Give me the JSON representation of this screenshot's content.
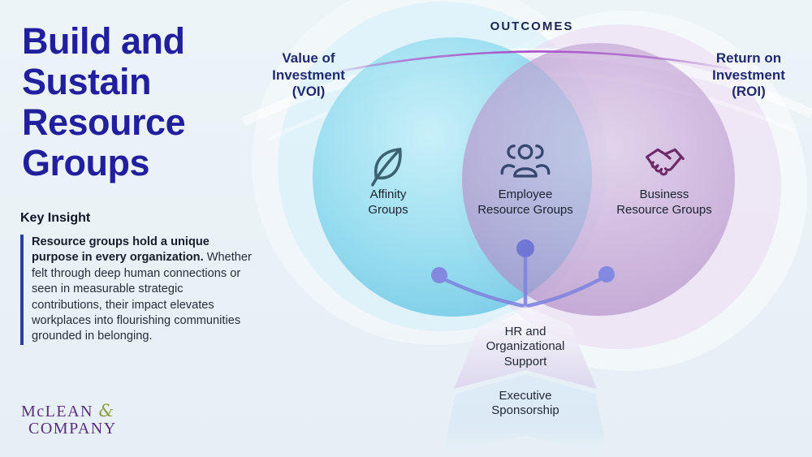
{
  "left_panel": {
    "title": "Build and\nSustain\nResource\nGroups",
    "key_insight_heading": "Key Insight",
    "insight_bold": "Resource groups hold a unique purpose in every organization.",
    "insight_rest": " Whether felt through deep human connections or seen in measurable strategic contributions, their impact elevates workplaces into flourishing communities grounded in belonging.",
    "logo": {
      "line1": "McLEAN",
      "amp": "&",
      "line2": "COMPANY"
    }
  },
  "diagram": {
    "outcomes_label": "OUTCOMES",
    "voi_label": "Value of\nInvestment\n(VOI)",
    "roi_label": "Return on\nInvestment\n(ROI)",
    "nodes": [
      {
        "id": "affinity",
        "icon": "leaf-icon",
        "label": "Affinity\nGroups"
      },
      {
        "id": "erg",
        "icon": "people-icon",
        "label": "Employee\nResource Groups"
      },
      {
        "id": "brg",
        "icon": "handshake-icon",
        "label": "Business\nResource Groups"
      }
    ],
    "supports": [
      {
        "label": "HR and\nOrganizational\nSupport"
      },
      {
        "label": "Executive\nSponsorship"
      }
    ]
  },
  "colors": {
    "background": "#ecf4f8",
    "title_navy": "#211f9e",
    "axis_navy": "#1f2a70",
    "outcomes_navy": "#1b2550",
    "arc_purple": "#a54fc6",
    "circle_cyan": "#7ed2ea",
    "circle_purple": "#b794ca",
    "overlap_periwinkle": "#9aa3dd",
    "connector_periwinkle": "#7f85dd",
    "leaf_icon_teal": "#3b6270",
    "people_icon_slate": "#35486e",
    "handshake_icon_plum": "#6e2a68",
    "logo_purple": "#5c2c80",
    "logo_amp_green": "#8e9c3f",
    "text_dark": "#1a2230"
  }
}
